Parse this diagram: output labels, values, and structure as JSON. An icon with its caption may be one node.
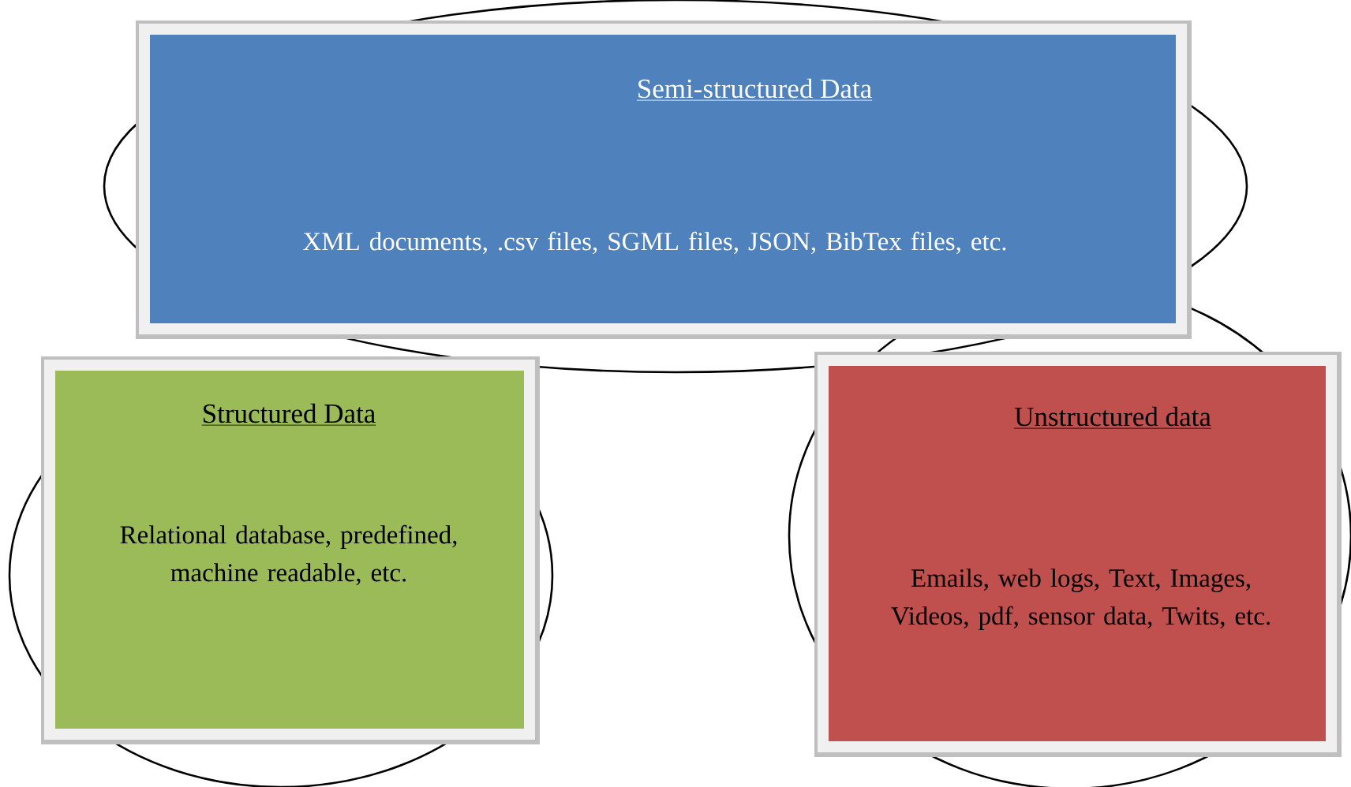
{
  "diagram": {
    "nodes": [
      {
        "text": [
          "Semi-structured Data",
          "XML documents, .csv files, SGML files, JSON, BibTex files, etc."
        ]
      },
      {
        "text": [
          "Structured Data",
          "Relational database, predefined, machine readable, etc."
        ]
      },
      {
        "text": [
          "Unstructured data",
          "Emails, web logs, Text, Images, Videos, pdf, sensor data, Twits, etc."
        ]
      }
    ]
  }
}
